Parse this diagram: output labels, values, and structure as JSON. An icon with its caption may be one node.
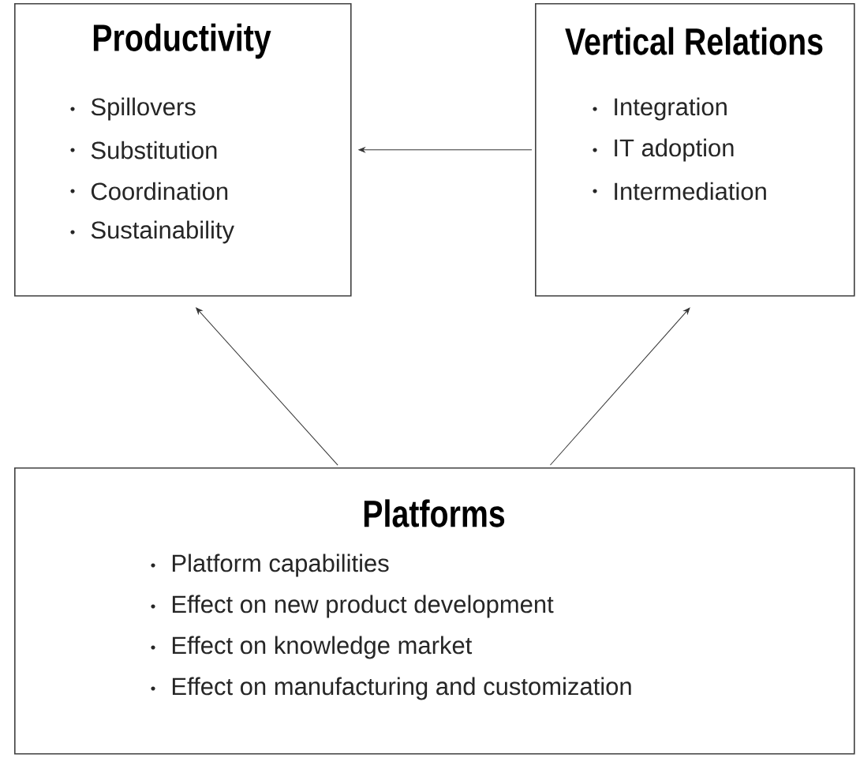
{
  "diagram": {
    "nodes": [
      {
        "text": [
          "Productivity",
          "Spillovers",
          "Substitution",
          "Coordination",
          "Sustainability"
        ]
      },
      {
        "text": [
          "Vertical Relations",
          "Integration",
          "IT adoption",
          "Intermediation"
        ]
      },
      {
        "text": [
          "Platforms",
          "Platform capabilities",
          "Effect on new product development",
          "Effect on knowledge market",
          "Effect on manufacturing and customization"
        ]
      }
    ],
    "edges": [
      {
        "from": 1,
        "to": 0,
        "arrow": "to"
      },
      {
        "from": 2,
        "to": 0,
        "arrow": "to"
      },
      {
        "from": 2,
        "to": 1,
        "arrow": "to"
      }
    ]
  }
}
